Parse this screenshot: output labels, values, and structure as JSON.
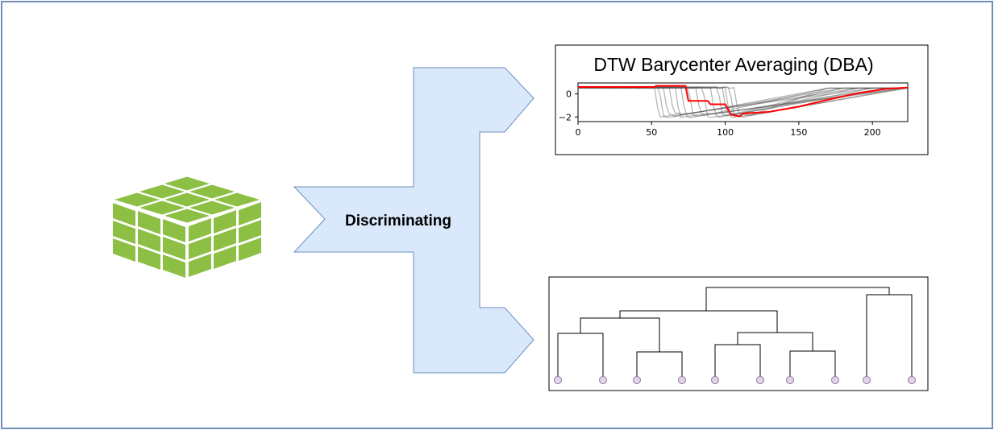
{
  "flow": {
    "label": "Discriminating",
    "fill_color": "#dae8fc",
    "stroke_color": "#6c8ebf"
  },
  "data_icon": {
    "name": "data-cube-icon",
    "color": "#8dbf45"
  },
  "chart_data": [
    {
      "type": "line",
      "title": "DTW Barycenter Averaging (DBA)",
      "xlabel": "",
      "ylabel": "",
      "xlim": [
        0,
        224
      ],
      "ylim": [
        -2.4,
        0.95
      ],
      "x_ticks": [
        "0",
        "50",
        "100",
        "150",
        "200"
      ],
      "y_ticks": [
        "0",
        "−2"
      ],
      "grid": false,
      "barycenter_color": "#ff0000",
      "sample_color": "#555555",
      "barycenter": {
        "x": [
          0,
          52,
          53,
          73,
          75,
          88,
          90,
          100,
          104,
          110,
          112,
          130,
          150,
          170,
          190,
          210,
          224
        ],
        "y": [
          0.6,
          0.6,
          0.7,
          0.7,
          -0.6,
          -0.6,
          -0.9,
          -0.9,
          -1.8,
          -1.95,
          -1.7,
          -1.55,
          -1.1,
          -0.5,
          0.05,
          0.45,
          0.55
        ]
      },
      "samples_drop_at": [
        52,
        55,
        58,
        62,
        66,
        70,
        75,
        80,
        85,
        90,
        95,
        98,
        100,
        103,
        106
      ],
      "samples_recovery_end": [
        170,
        180,
        190,
        200,
        210,
        220,
        224
      ]
    },
    {
      "type": "dendrogram",
      "leaves": 10,
      "leaf_color": "#e1d5e7",
      "merges": [
        [
          0,
          1
        ],
        [
          2,
          3
        ],
        [
          4,
          5
        ],
        [
          6,
          7
        ],
        [
          8,
          9
        ],
        [
          "A",
          "B"
        ],
        [
          "C",
          "D"
        ],
        [
          "AB",
          "CD"
        ],
        [
          "ABCD",
          "E"
        ]
      ]
    }
  ]
}
